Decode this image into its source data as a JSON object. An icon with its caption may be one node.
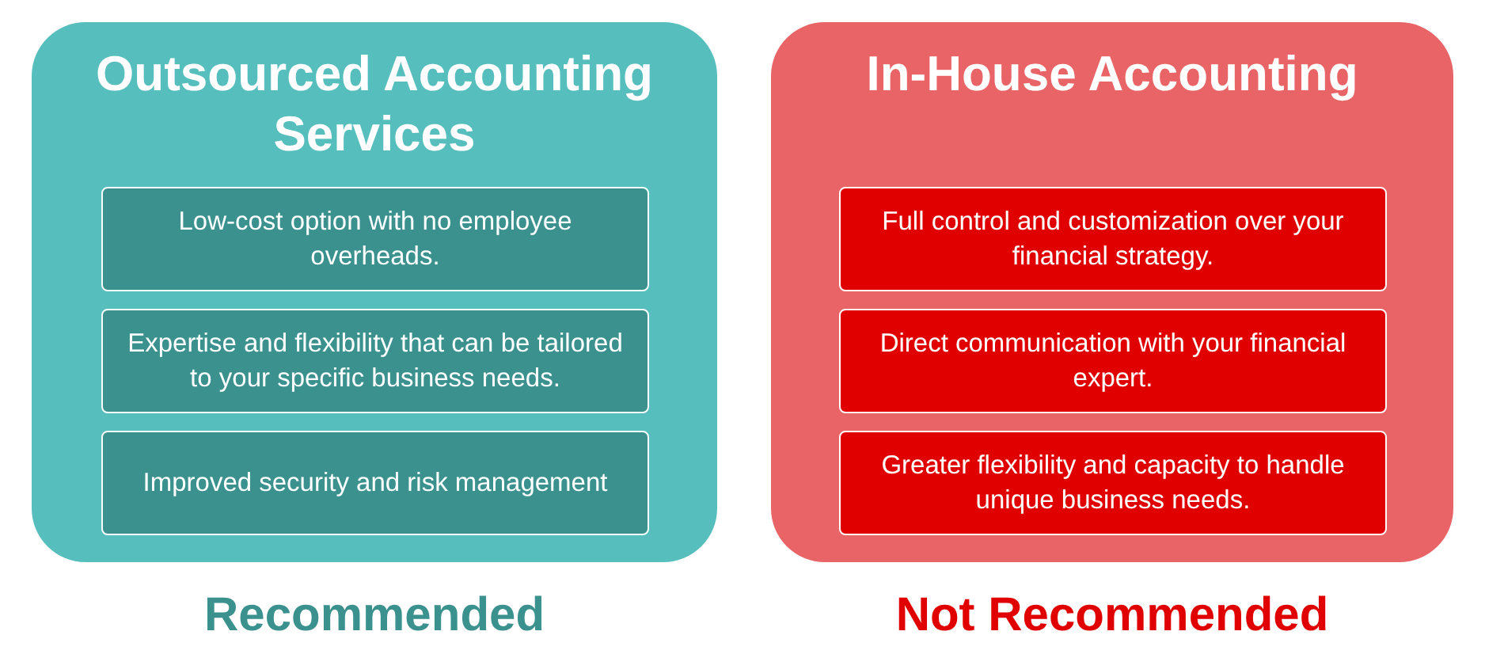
{
  "diagram": {
    "nodes": [
      {
        "text": [
          "Outsourced Accounting Services"
        ],
        "beside": [
          "Recommended"
        ]
      },
      {
        "text": [
          "Low-cost option with no employee overheads."
        ],
        "in": 0
      },
      {
        "text": [
          "Expertise and flexibility that can be tailored to your specific business needs."
        ],
        "in": 0
      },
      {
        "text": [
          "Improved security and risk management"
        ],
        "in": 0
      },
      {
        "text": [
          "In-House Accounting"
        ],
        "beside": [
          "Not Recommended"
        ]
      },
      {
        "text": [
          "Full control and customization over your financial strategy."
        ],
        "in": 4
      },
      {
        "text": [
          "Direct communication with your financial expert."
        ],
        "in": 4
      },
      {
        "text": [
          "Greater flexibility and capacity to handle unique business needs."
        ],
        "in": 4
      }
    ]
  }
}
